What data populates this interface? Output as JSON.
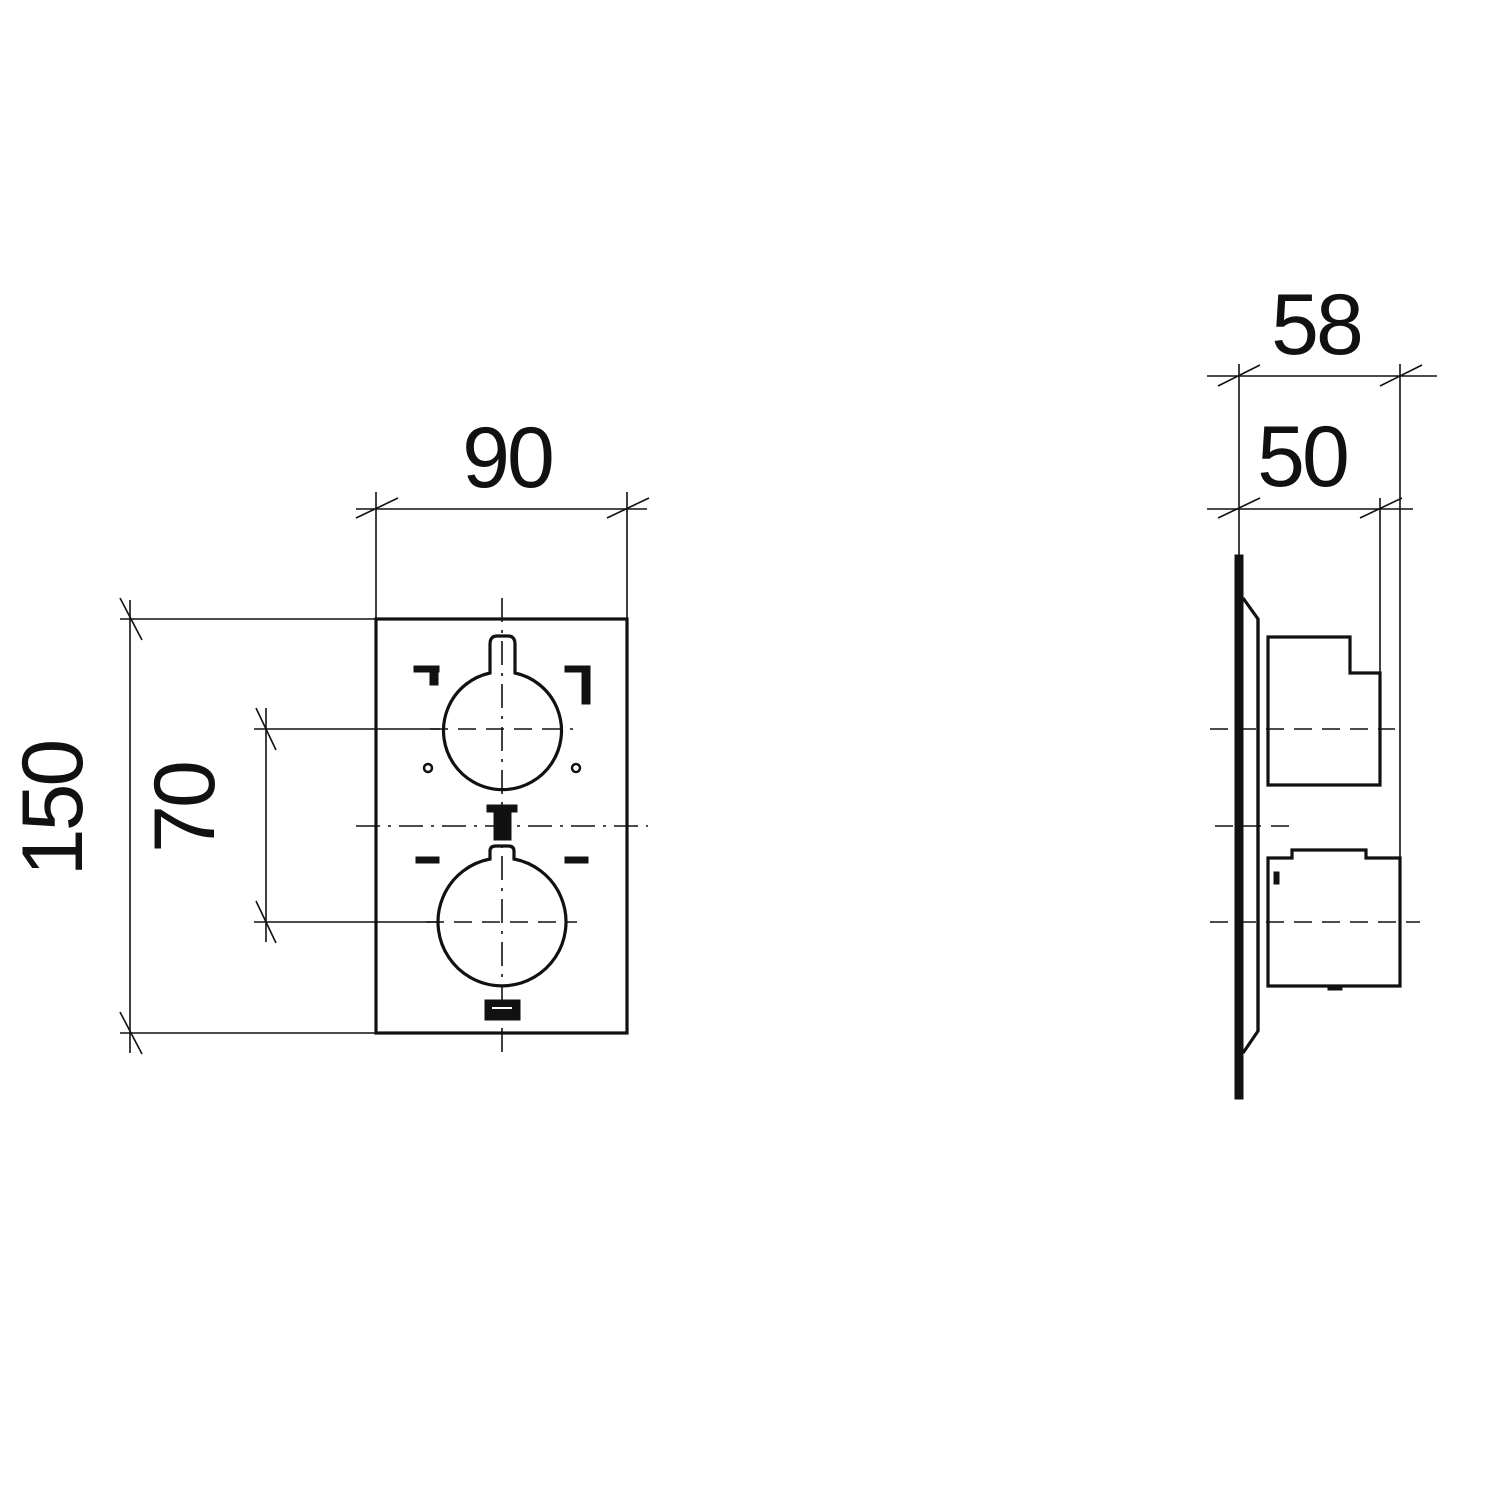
{
  "front_view": {
    "width_label": "90",
    "height_label": "150",
    "center_spacing_label": "70"
  },
  "side_view": {
    "total_depth_label": "58",
    "handle_depth_label": "50"
  },
  "colors": {
    "line": "#111111",
    "background": "#ffffff"
  }
}
